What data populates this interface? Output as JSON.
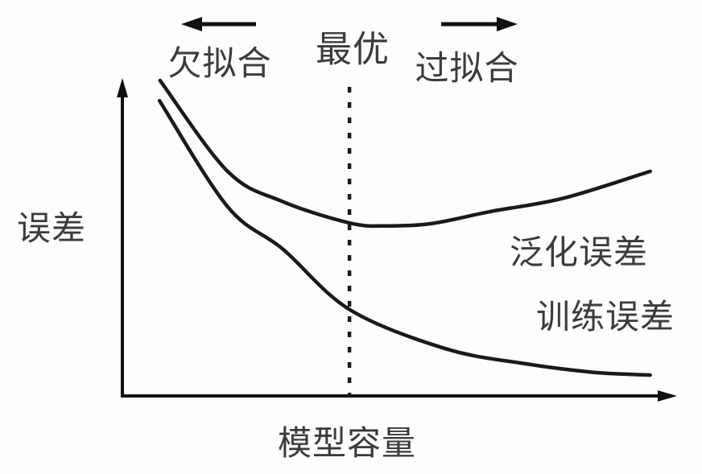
{
  "chart_data": {
    "type": "line",
    "title": "",
    "xlabel": "模型容量",
    "ylabel": "误差",
    "x_axis": {
      "range": [
        0,
        1
      ],
      "tick_labels": "none",
      "arrow_at_end": true
    },
    "y_axis": {
      "range": [
        0,
        1
      ],
      "tick_labels": "none",
      "arrow_at_end": true
    },
    "grid": false,
    "legend_position": "labels-next-to-curves",
    "optimal_capacity_x": 0.41,
    "optimal_marker_style": "vertical-dotted-line",
    "annotations": [
      {
        "text": "欠拟合",
        "region": "left-of-optimal",
        "arrow_direction": "left"
      },
      {
        "text": "最优",
        "region": "at-optimal",
        "arrow_direction": "none"
      },
      {
        "text": "过拟合",
        "region": "right-of-optimal",
        "arrow_direction": "right"
      }
    ],
    "series": [
      {
        "name": "泛化误差",
        "shape": "u-curve",
        "points": [
          [
            0.068,
            1.0
          ],
          [
            0.19,
            0.712
          ],
          [
            0.288,
            0.617
          ],
          [
            0.411,
            0.548
          ],
          [
            0.48,
            0.539
          ],
          [
            0.56,
            0.547
          ],
          [
            0.666,
            0.585
          ],
          [
            0.797,
            0.627
          ],
          [
            0.953,
            0.712
          ]
        ]
      },
      {
        "name": "训练误差",
        "shape": "monotonic-decreasing",
        "points": [
          [
            0.067,
            0.936
          ],
          [
            0.19,
            0.6
          ],
          [
            0.29,
            0.465
          ],
          [
            0.411,
            0.273
          ],
          [
            0.583,
            0.15
          ],
          [
            0.728,
            0.102
          ],
          [
            0.85,
            0.075
          ],
          [
            0.953,
            0.066
          ]
        ]
      }
    ],
    "style": {
      "curve_color": "#1a1a1a",
      "axis_color": "#111111",
      "text_color": "#3b3b3b",
      "background": "#fdfdfd"
    }
  }
}
